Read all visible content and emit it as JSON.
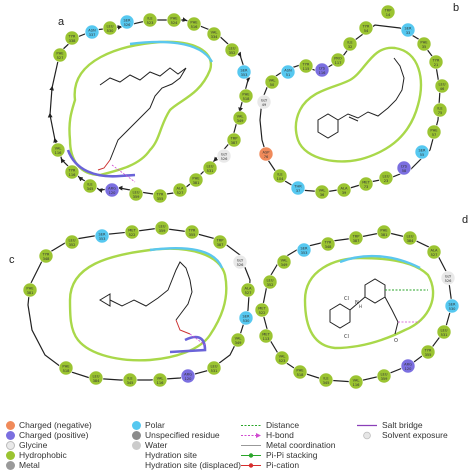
{
  "panels": [
    {
      "label": "a",
      "residues": [
        {
          "name": "PHE 527"
        },
        {
          "name": "TYR 338"
        },
        {
          "name": "ASN 337"
        },
        {
          "name": "LEU 530"
        },
        {
          "name": "SER 526"
        },
        {
          "name": "ILE 523"
        },
        {
          "name": "PHE 524"
        },
        {
          "name": "PHE 516"
        },
        {
          "name": "VAL 334"
        },
        {
          "name": "LEU 352"
        },
        {
          "name": "SER 353"
        },
        {
          "name": "PHE 518"
        },
        {
          "name": "VAL 349"
        },
        {
          "name": "TRP 387"
        },
        {
          "name": "GLY 526"
        },
        {
          "name": "LEU 531"
        },
        {
          "name": "PHE 381"
        },
        {
          "name": "ALA 527"
        },
        {
          "name": "TYR 355"
        },
        {
          "name": "LEU 359"
        },
        {
          "name": "ARG 120"
        },
        {
          "name": "ILE 345"
        },
        {
          "name": "TYR 116"
        },
        {
          "name": "VAL 116"
        }
      ]
    },
    {
      "label": "b",
      "residues": [
        {
          "name": "GLY 49"
        },
        {
          "name": "VAL 50"
        },
        {
          "name": "ASN 51"
        },
        {
          "name": "TYR 115"
        },
        {
          "name": "LYS 116"
        },
        {
          "name": "PRO 117"
        },
        {
          "name": "ILE 32"
        },
        {
          "name": "TYR 54"
        },
        {
          "name": "TRP 14"
        },
        {
          "name": "SER 33"
        },
        {
          "name": "PHE 35"
        },
        {
          "name": "TYR 21"
        },
        {
          "name": "LEU 46"
        },
        {
          "name": "ILE 75"
        },
        {
          "name": "PHE 57"
        },
        {
          "name": "SER 55"
        },
        {
          "name": "LYS 58"
        },
        {
          "name": "LEU 23"
        },
        {
          "name": "MET 73"
        },
        {
          "name": "ALA 39"
        },
        {
          "name": "VAL 36"
        },
        {
          "name": "THR 37"
        },
        {
          "name": "ILE 104"
        },
        {
          "name": "ASP 76"
        }
      ]
    },
    {
      "label": "c",
      "residues": [
        {
          "name": "PHE 381"
        },
        {
          "name": "TYR 348"
        },
        {
          "name": "LEU 352"
        },
        {
          "name": "SER 353"
        },
        {
          "name": "MET 522"
        },
        {
          "name": "LEU 359"
        },
        {
          "name": "TYR 355"
        },
        {
          "name": "TRP 387"
        },
        {
          "name": "GLY 526"
        },
        {
          "name": "ALA 527"
        },
        {
          "name": "SER 530"
        },
        {
          "name": "VAL 349"
        },
        {
          "name": "LEU 531"
        },
        {
          "name": "ARG 120"
        },
        {
          "name": "VAL 116"
        },
        {
          "name": "ILE 345"
        },
        {
          "name": "LEU 384"
        },
        {
          "name": "PHE 518"
        }
      ]
    },
    {
      "label": "d",
      "residues": [
        {
          "name": "MET 522"
        },
        {
          "name": "LEU 352"
        },
        {
          "name": "VAL 349"
        },
        {
          "name": "SER 353"
        },
        {
          "name": "TYR 348"
        },
        {
          "name": "TRP 387"
        },
        {
          "name": "PHE 381"
        },
        {
          "name": "LEU 384"
        },
        {
          "name": "ALA 527"
        },
        {
          "name": "GLY 526"
        },
        {
          "name": "SER 530"
        },
        {
          "name": "LEU 531"
        },
        {
          "name": "TYR 355"
        },
        {
          "name": "ARG 120"
        },
        {
          "name": "LEU 359"
        },
        {
          "name": "VAL 116"
        },
        {
          "name": "ILE 345"
        },
        {
          "name": "PHE 518"
        },
        {
          "name": "VAL 523"
        },
        {
          "name": "MET 113"
        }
      ],
      "atom_labels": [
        "Cl",
        "Cl",
        "N",
        "H",
        "O"
      ]
    }
  ],
  "legend": {
    "col1": [
      "Charged (negative)",
      "Charged (positive)",
      "Glycine",
      "Hydrophobic",
      "Metal"
    ],
    "col2": [
      "Polar",
      "Unspecified residue",
      "Water",
      "Hydration site",
      "Hydration site (displaced)"
    ],
    "col3": [
      "Distance",
      "H-bond",
      "Metal coordination",
      "Pi-Pi stacking",
      "Pi-cation"
    ],
    "col4": [
      "Salt bridge",
      "Solvent exposure"
    ]
  },
  "colors": {
    "negative": "#f08a5a",
    "positive": "#7b6fe0",
    "glycine": "#e9e9e9",
    "hydrophobic": "#9bc431",
    "metal": "#9a9a9a",
    "polar": "#56c8f0",
    "unspecified": "#8c8c8c",
    "water": "#cccccc",
    "pocket_green": "#a9d84a",
    "pocket_blue": "#5bc7ee",
    "pocket_purple": "#6a63d8"
  }
}
